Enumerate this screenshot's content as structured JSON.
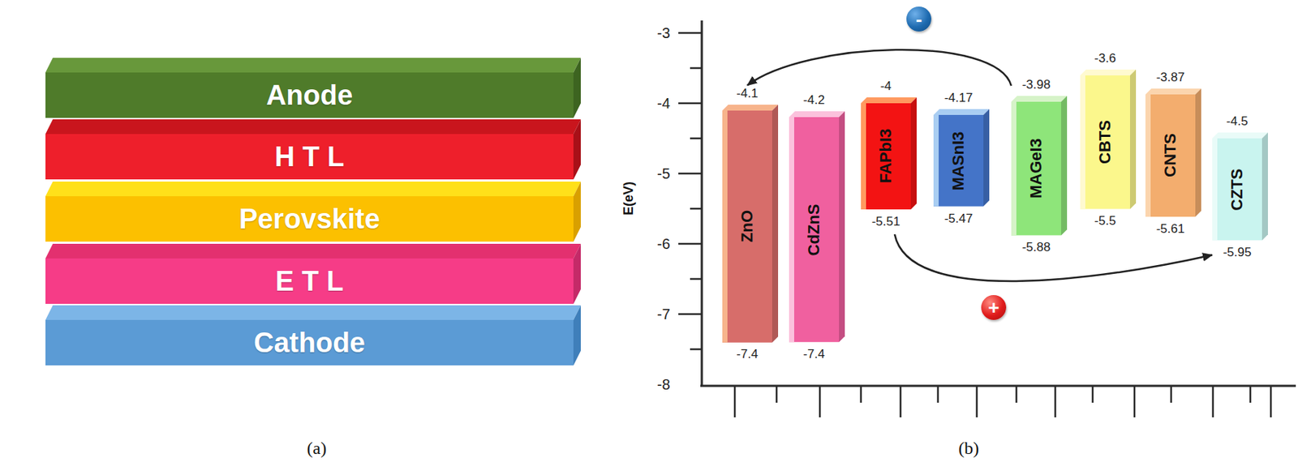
{
  "diagram": {
    "nodes": [
      {
        "text": [
          "Anode"
        ]
      },
      {
        "text": [
          "H T L"
        ]
      },
      {
        "text": [
          "Perovskite"
        ]
      },
      {
        "text": [
          "E T L"
        ]
      },
      {
        "text": [
          "Cathode"
        ]
      },
      {
        "text": [
          "-"
        ]
      },
      {
        "text": [
          "ZnO",
          "-4.1",
          "-7.4"
        ]
      },
      {
        "text": [
          "CdZnS",
          "-4.2",
          "-7.4"
        ]
      },
      {
        "text": [
          "FAPbI3",
          "-4",
          "-5.51"
        ]
      },
      {
        "text": [
          "MASnI3",
          "-4.17",
          "-5.47"
        ]
      },
      {
        "text": [
          "MAGeI3",
          "-3.98",
          "-5.88"
        ]
      },
      {
        "text": [
          "CBTS",
          "-3.6",
          "-5.5"
        ]
      },
      {
        "text": [
          "CNTS",
          "-3.87",
          "-5.61"
        ]
      },
      {
        "text": [
          "CZTS",
          "-4.5",
          "-5.95"
        ]
      },
      {
        "text": [
          "+"
        ]
      }
    ],
    "edges": [
      {
        "from": 10,
        "to": 6,
        "arrow": "to"
      },
      {
        "from": 8,
        "to": 13,
        "arrow": "to"
      }
    ],
    "labels": [
      "-3",
      "-4",
      "-5",
      "-6",
      "-7",
      "-8",
      "E(eV)",
      "(a)",
      "(b)"
    ]
  }
}
